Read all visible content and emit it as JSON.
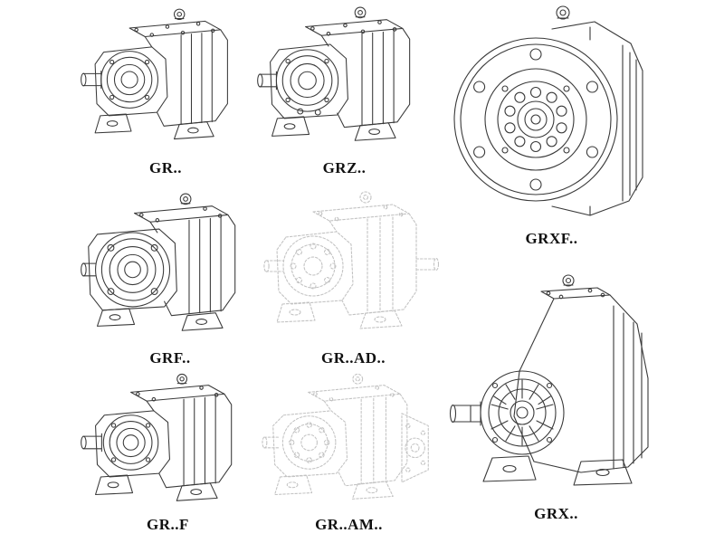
{
  "page": {
    "background_color": "#ffffff",
    "line_color": "#3a3a3a",
    "light_line_color": "#c3c3c3",
    "description": "Catalog sheet of helical gear reducer model variants shown as technical line drawings"
  },
  "figures": [
    {
      "id": "gr",
      "label": "GR.."
    },
    {
      "id": "grz",
      "label": "GRZ.."
    },
    {
      "id": "grxf",
      "label": "GRXF.."
    },
    {
      "id": "grf",
      "label": "GRF.."
    },
    {
      "id": "grad",
      "label": "GR..AD.."
    },
    {
      "id": "grf2",
      "label": "GR..F"
    },
    {
      "id": "gram",
      "label": "GR..AM.."
    },
    {
      "id": "grx",
      "label": "GRX.."
    }
  ]
}
